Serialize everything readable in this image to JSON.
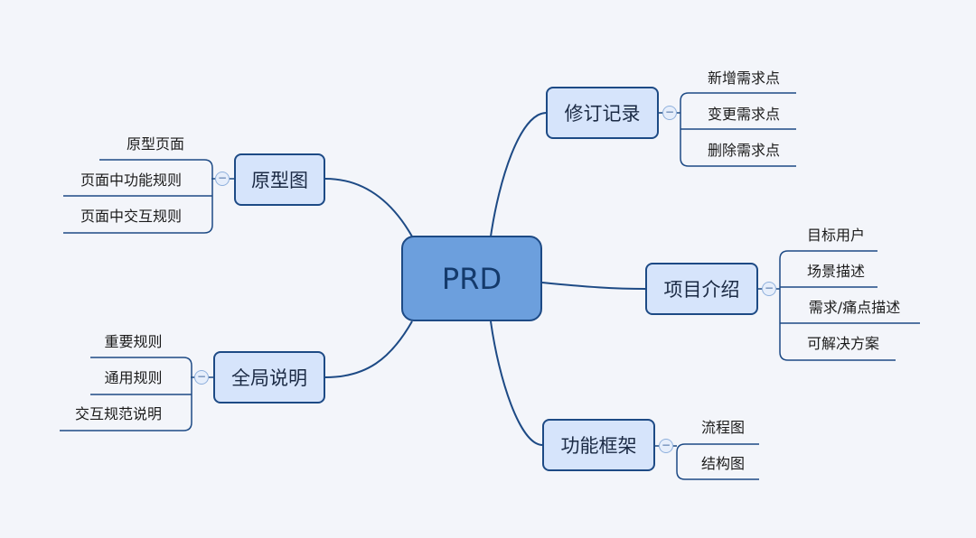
{
  "root": {
    "label": "PRD"
  },
  "branches": [
    {
      "id": "revision",
      "label": "修订记录",
      "leaves": [
        "新增需求点",
        "变更需求点",
        "删除需求点"
      ]
    },
    {
      "id": "project",
      "label": "项目介绍",
      "leaves": [
        "目标用户",
        "场景描述",
        "需求/痛点描述",
        "可解决方案"
      ]
    },
    {
      "id": "framework",
      "label": "功能框架",
      "leaves": [
        "流程图",
        "结构图"
      ]
    },
    {
      "id": "prototype",
      "label": "原型图",
      "leaves": [
        "原型页面",
        "页面中功能规则",
        "页面中交互规则"
      ]
    },
    {
      "id": "global",
      "label": "全局说明",
      "leaves": [
        "重要规则",
        "通用规则",
        "交互规范说明"
      ]
    }
  ],
  "colors": {
    "line": "#1d4a85",
    "node_fill": "#d6e4fb",
    "root_fill": "#6c9fdd",
    "background": "#f3f5fa"
  },
  "icons": {
    "collapse": "minus-circle-icon",
    "collapse_glyph": "−"
  }
}
